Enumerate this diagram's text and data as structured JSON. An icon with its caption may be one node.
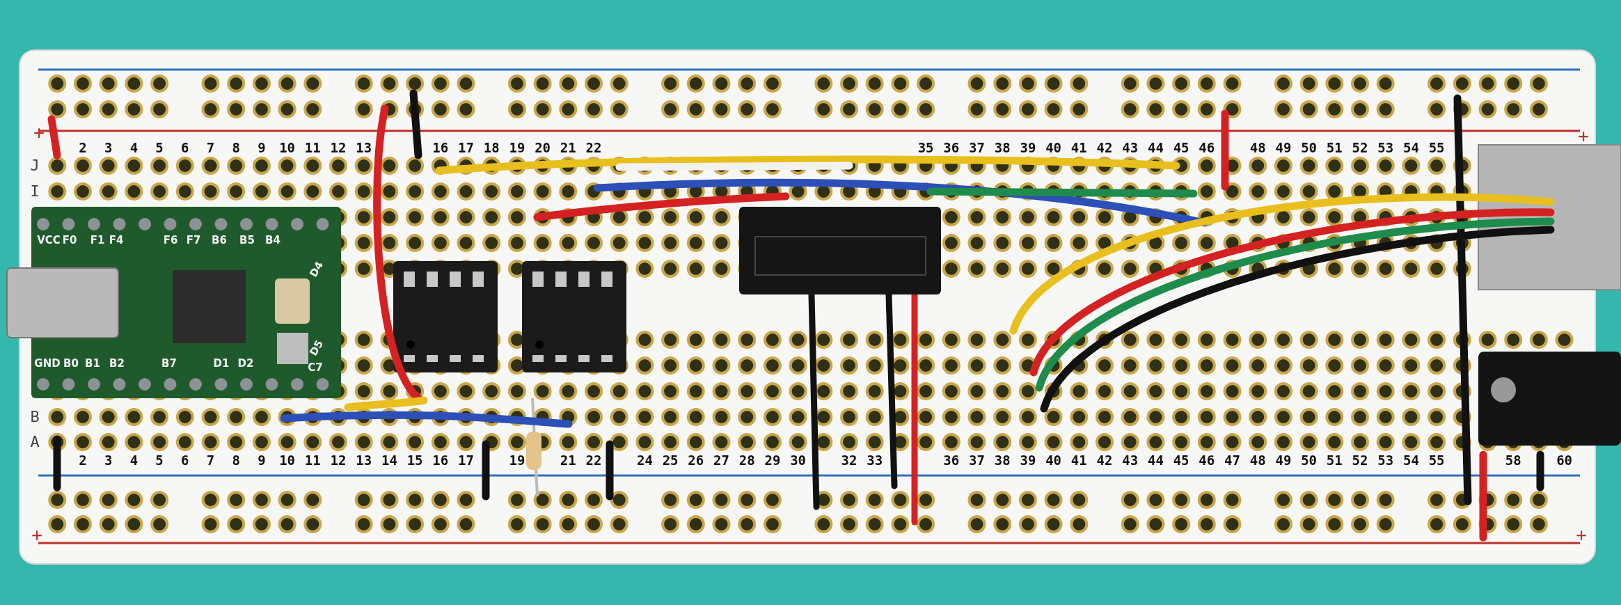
{
  "diagram": {
    "labels": [
      "+",
      "+",
      "2",
      "3",
      "4",
      "5",
      "6",
      "7",
      "8",
      "9",
      "10",
      "11",
      "12",
      "13",
      "16",
      "17",
      "18",
      "19",
      "20",
      "21",
      "22",
      "35",
      "36",
      "37",
      "38",
      "39",
      "40",
      "41",
      "42",
      "43",
      "44",
      "45",
      "46",
      "48",
      "49",
      "50",
      "51",
      "52",
      "53",
      "54",
      "55",
      "J",
      "I",
      "VCC",
      "F0",
      "F1",
      "F4",
      "F6",
      "F7",
      "B6",
      "B5",
      "B4",
      "D4",
      "D5",
      "GND",
      "B0",
      "B1",
      "B2",
      "B7",
      "D1",
      "D2",
      "C7",
      "B",
      "A",
      "2",
      "3",
      "4",
      "5",
      "6",
      "7",
      "8",
      "9",
      "10",
      "11",
      "12",
      "13",
      "14",
      "15",
      "16",
      "17",
      "19",
      "21",
      "22",
      "24",
      "25",
      "26",
      "27",
      "28",
      "29",
      "30",
      "32",
      "33",
      "36",
      "37",
      "38",
      "39",
      "40",
      "41",
      "42",
      "43",
      "44",
      "45",
      "46",
      "47",
      "48",
      "49",
      "50",
      "51",
      "52",
      "53",
      "54",
      "55",
      "58",
      "60",
      "+",
      "+"
    ]
  }
}
